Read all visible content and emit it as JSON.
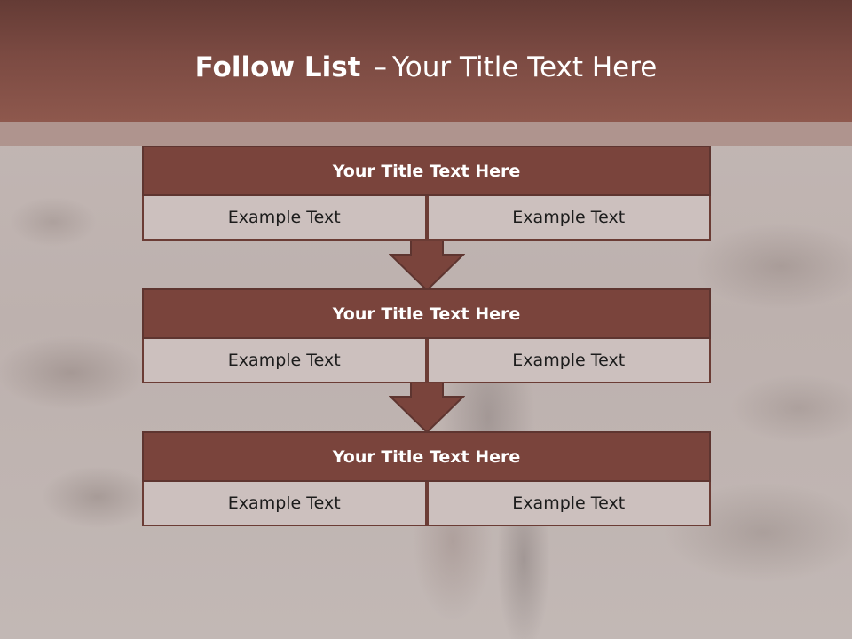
{
  "slide": {
    "title_bold": "Follow List",
    "title_dash": "–",
    "title_rest": "Your Title Text Here"
  },
  "steps": [
    {
      "title": "Your Title Text Here",
      "left": "Example Text",
      "right": "Example Text"
    },
    {
      "title": "Your Title Text Here",
      "left": "Example Text",
      "right": "Example Text"
    },
    {
      "title": "Your Title Text Here",
      "left": "Example Text",
      "right": "Example Text"
    }
  ],
  "colors": {
    "header": "#7b4a42",
    "box_title": "#7a443c",
    "cell": "#ccc0be",
    "arrow": "#7a443c"
  },
  "icons": {
    "connector": "arrow-down-icon"
  }
}
